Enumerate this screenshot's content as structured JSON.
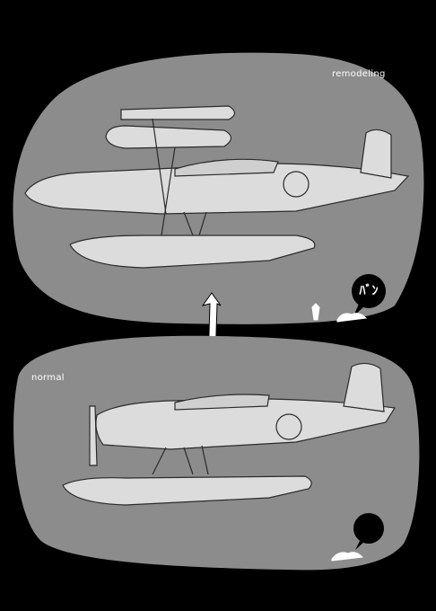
{
  "panels": {
    "top": {
      "label": "remodeling"
    },
    "bottom": {
      "label": "normal"
    }
  },
  "speech_bubble": {
    "text": "ﾊﾞﾝ"
  },
  "colors": {
    "background": "#000000",
    "panel_fill": "#8c8c8c",
    "aircraft_fill": "#dcdcdc",
    "line": "#2b2b2b",
    "label_text": "#ffffff"
  },
  "icons": [
    "arrow-down-icon",
    "speech-bubble-icon",
    "chibi-figure-icon"
  ]
}
